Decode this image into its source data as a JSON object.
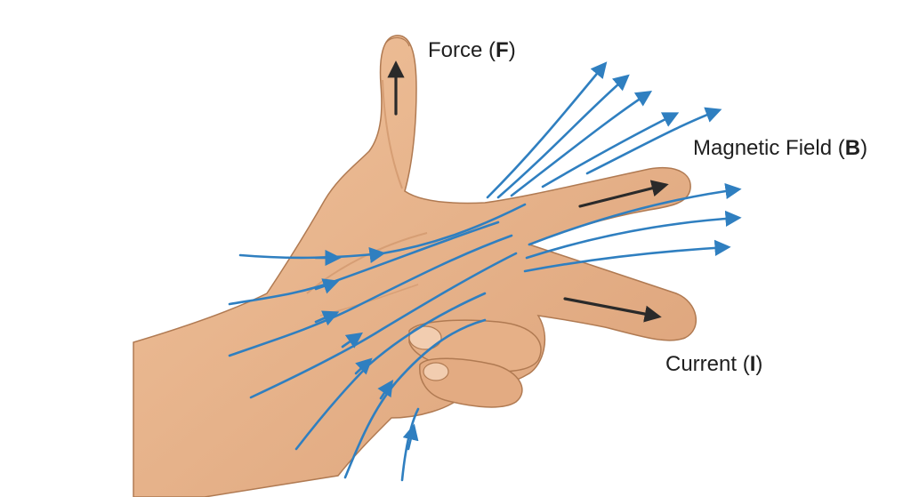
{
  "labels": {
    "force": {
      "text": "Force (",
      "symbol": "F",
      "close": ")"
    },
    "field": {
      "text": "Magnetic Field (",
      "symbol": "B",
      "close": ")"
    },
    "current": {
      "text": "Current (",
      "symbol": "I",
      "close": ")"
    }
  },
  "colors": {
    "skin": "#e8b48a",
    "skin_shadow": "#d49a6e",
    "outline": "#b07a52",
    "field_lines": "#2f7fc0",
    "direction_arrows": "#2a2a2a"
  }
}
